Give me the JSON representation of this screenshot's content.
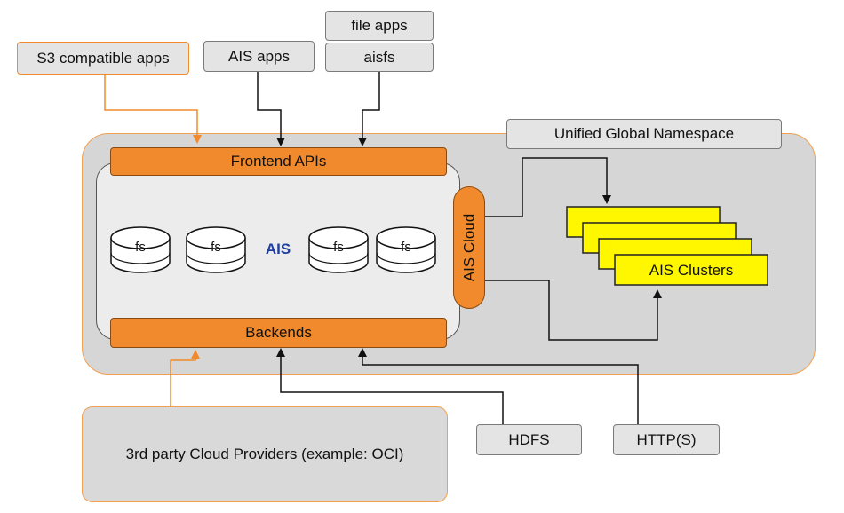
{
  "inputs": {
    "s3_apps": "S3 compatible apps",
    "ais_apps": "AIS apps",
    "file_apps": "file apps",
    "aisfs": "aisfs"
  },
  "core": {
    "frontend": "Frontend APIs",
    "backends": "Backends",
    "center_label": "AIS",
    "ais_cloud": "AIS Cloud",
    "disks": [
      "fs",
      "fs",
      "fs",
      "fs"
    ]
  },
  "clusters": {
    "namespace": "Unified Global Namespace",
    "label": "AIS Clusters"
  },
  "backends": {
    "cloud_providers": "3rd party Cloud Providers (example: OCI)",
    "hdfs": "HDFS",
    "http": "HTTP(S)"
  },
  "colors": {
    "orange": "#f08a2c",
    "yellow": "#fff700",
    "panel_gray": "#d6d6d6",
    "box_gray": "#e4e4e4",
    "ais_blue": "#1f3f9f"
  }
}
